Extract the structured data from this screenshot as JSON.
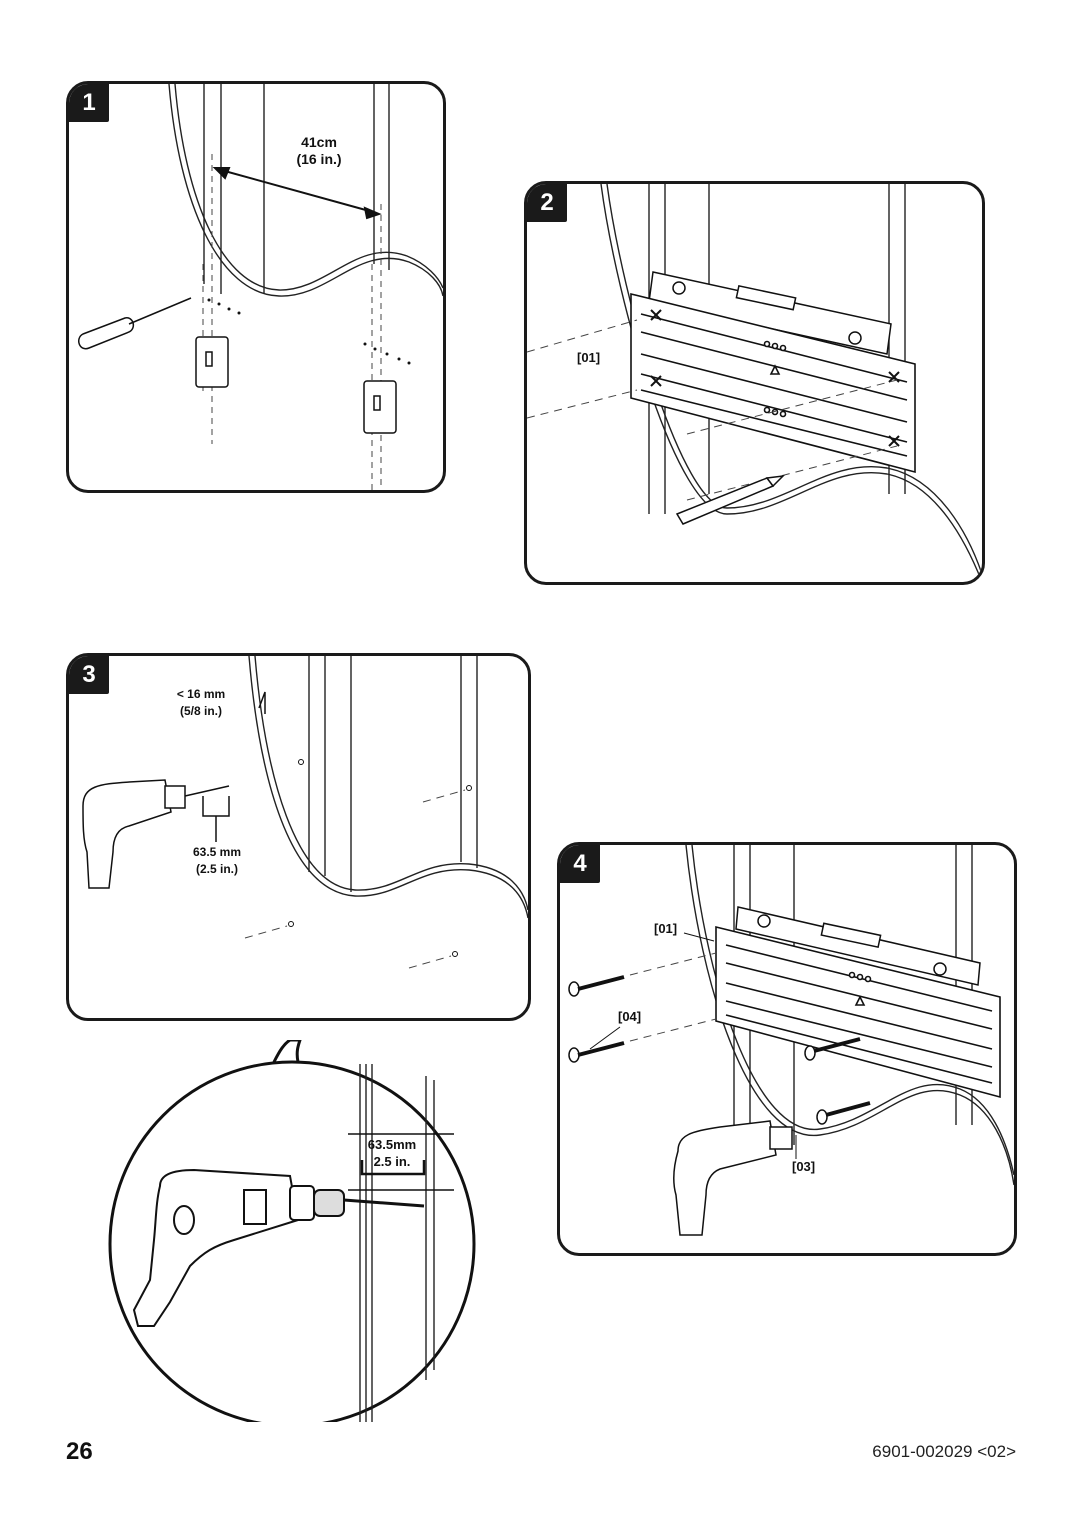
{
  "page": {
    "number": "26",
    "doc_code": "6901-002029 <02>"
  },
  "steps": [
    {
      "number": "1",
      "distance_cm": "41cm",
      "distance_in": "(16 in.)"
    },
    {
      "number": "2",
      "part_plate": "[01]"
    },
    {
      "number": "3",
      "depth_limit_mm": "< 16 mm",
      "depth_limit_in": "(5/8 in.)",
      "drill_depth_mm": "63.5 mm",
      "drill_depth_in": "(2.5 in.)"
    },
    {
      "number": "4",
      "part_plate": "[01]",
      "part_screw": "[04]",
      "part_drill_bit": "[03]"
    }
  ],
  "detail": {
    "drill_depth_mm": "63.5mm",
    "drill_depth_in": "2.5 in."
  }
}
